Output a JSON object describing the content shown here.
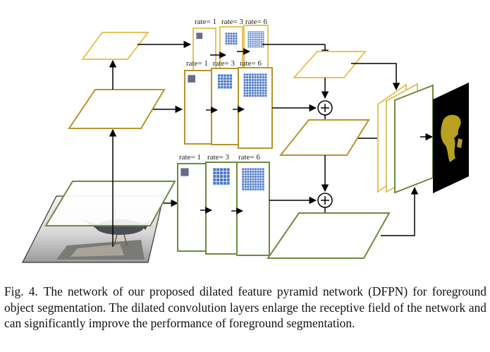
{
  "diagram": {
    "rate_labels": [
      "rate= 1",
      "rate= 3",
      "rate= 6"
    ],
    "colors": {
      "yellow_plane": "#e8c35a",
      "gold_plane": "#b8942e",
      "green_plane": "#6e8a3e",
      "grid_blue": "#4a78c8",
      "grid_center": "#6a6a8a",
      "mask_background": "#000000",
      "mask_foreground": "#b8a020"
    }
  },
  "caption": {
    "label": "Fig. 4.",
    "text": "The network of our proposed dilated feature pyramid network (DFPN) for foreground object segmentation. The dilated convolution layers enlarge the receptive field of the network and can significantly improve the performance of foreground segmentation."
  }
}
